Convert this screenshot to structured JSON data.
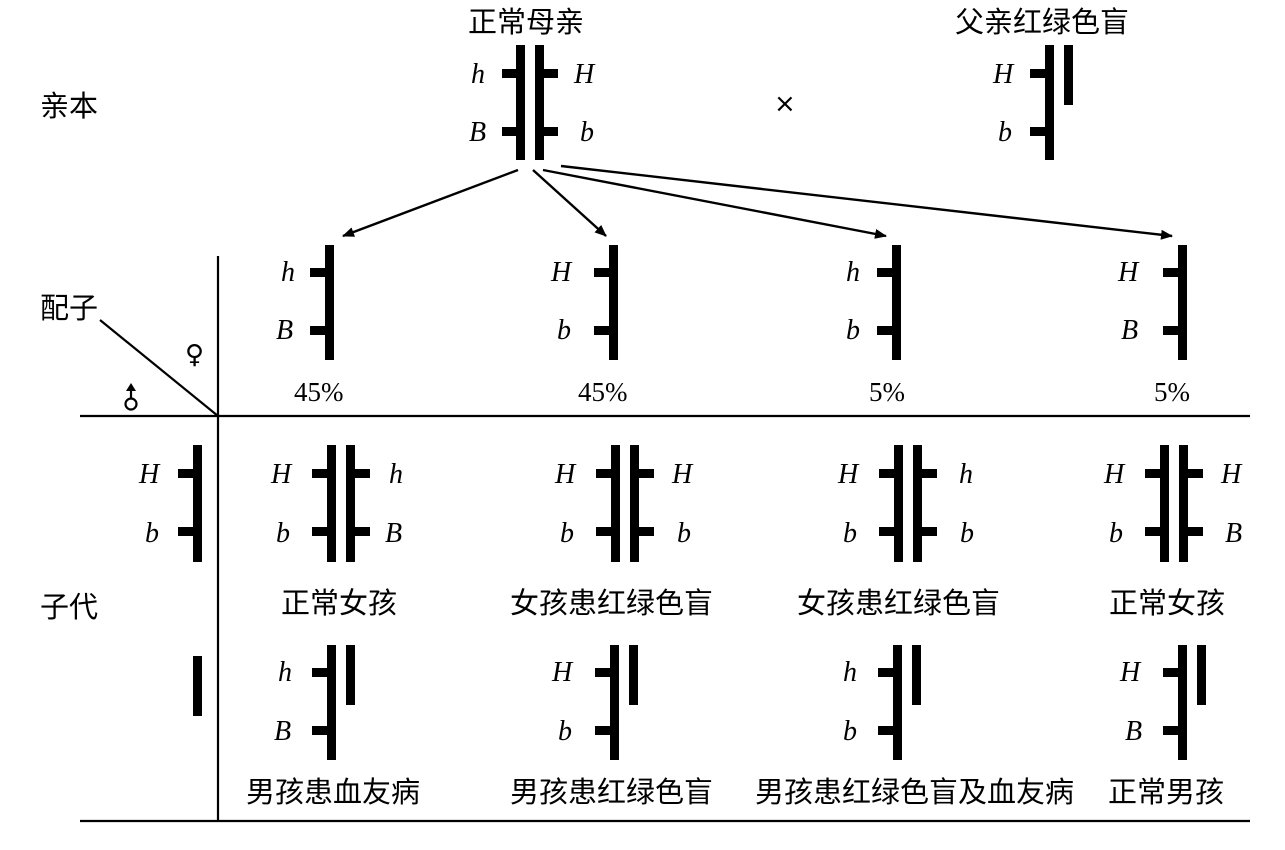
{
  "row_labels": {
    "parents": "亲本",
    "gametes": "配子",
    "offspring": "子代"
  },
  "sex_symbols": {
    "female": "♀",
    "male": "♂"
  },
  "cross_symbol": "×",
  "parents": {
    "mother": {
      "title": "正常母亲",
      "genes_left": [
        "h",
        "B"
      ],
      "genes_right": [
        "H",
        "b"
      ]
    },
    "father": {
      "title": "父亲红绿色盲",
      "genes": [
        "H",
        "b"
      ]
    }
  },
  "gametes": [
    {
      "genes": [
        "h",
        "B"
      ],
      "percent": "45%"
    },
    {
      "genes": [
        "H",
        "b"
      ],
      "percent": "45%"
    },
    {
      "genes": [
        "h",
        "b"
      ],
      "percent": "5%"
    },
    {
      "genes": [
        "H",
        "B"
      ],
      "percent": "5%"
    }
  ],
  "male_gametes": {
    "x_chromosome": {
      "genes": [
        "H",
        "b"
      ]
    }
  },
  "daughters": [
    {
      "left": [
        "H",
        "b"
      ],
      "right": [
        "h",
        "B"
      ],
      "label": "正常女孩"
    },
    {
      "left": [
        "H",
        "b"
      ],
      "right": [
        "H",
        "b"
      ],
      "label": "女孩患红绿色盲"
    },
    {
      "left": [
        "H",
        "b"
      ],
      "right": [
        "h",
        "b"
      ],
      "label": "女孩患红绿色盲"
    },
    {
      "left": [
        "H",
        "b"
      ],
      "right": [
        "H",
        "B"
      ],
      "label": "正常女孩"
    }
  ],
  "sons": [
    {
      "genes": [
        "h",
        "B"
      ],
      "label": "男孩患血友病"
    },
    {
      "genes": [
        "H",
        "b"
      ],
      "label": "男孩患红绿色盲"
    },
    {
      "genes": [
        "h",
        "b"
      ],
      "label": "男孩患红绿色盲及血友病"
    },
    {
      "genes": [
        "H",
        "B"
      ],
      "label": "正常男孩"
    }
  ]
}
